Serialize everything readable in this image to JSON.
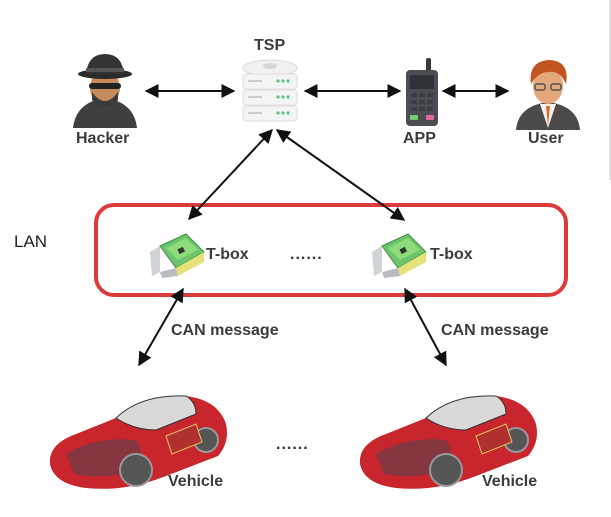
{
  "diagram": {
    "nodes": {
      "tsp": {
        "label": "TSP",
        "icon": "server-icon"
      },
      "hacker": {
        "label": "Hacker",
        "icon": "hacker-icon"
      },
      "app": {
        "label": "APP",
        "icon": "phone-icon"
      },
      "user": {
        "label": "User",
        "icon": "user-icon"
      },
      "tbox_1": {
        "label": "T-box",
        "icon": "network-card-icon"
      },
      "tbox_2": {
        "label": "T-box",
        "icon": "network-card-icon"
      },
      "vehicle_1": {
        "label": "Vehicle",
        "icon": "car-icon"
      },
      "vehicle_2": {
        "label": "Vehicle",
        "icon": "car-icon"
      }
    },
    "group": {
      "label": "LAN",
      "color": "#dd3b3b"
    },
    "ellipsis_tbox": "......",
    "ellipsis_vehicle": "......",
    "edges": [
      {
        "from": "hacker",
        "to": "tsp",
        "direction": "both"
      },
      {
        "from": "tsp",
        "to": "app",
        "direction": "both"
      },
      {
        "from": "app",
        "to": "user",
        "direction": "both"
      },
      {
        "from": "tsp",
        "to": "tbox_1",
        "direction": "both"
      },
      {
        "from": "tsp",
        "to": "tbox_2",
        "direction": "both"
      },
      {
        "from": "tbox_1",
        "to": "vehicle_1",
        "direction": "both",
        "label": "CAN message"
      },
      {
        "from": "tbox_2",
        "to": "vehicle_2",
        "direction": "both",
        "label": "CAN message"
      }
    ]
  }
}
